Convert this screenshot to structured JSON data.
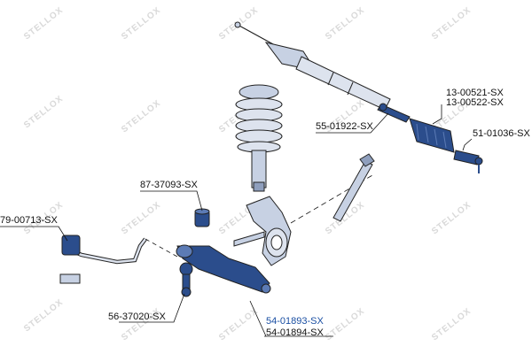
{
  "watermark": {
    "text": "STELLOX"
  },
  "colors": {
    "part_fill": "#c7d1e3",
    "part_fill_dark": "#8f9fbd",
    "part_highlight": "#2b4d8c",
    "label_highlight": "#1a4fa3",
    "label": "#111111",
    "watermark": "#d9d9d9"
  },
  "labels": {
    "tie_rod_end_a": "13-00521-SX",
    "tie_rod_end_b": "13-00522-SX",
    "inner_tie_rod": "55-01922-SX",
    "outer_tie_rod_end": "51-01036-SX",
    "control_arm_bushing": "87-37093-SX",
    "stabilizer_bushing": "79-00713-SX",
    "stabilizer_link": "56-37020-SX",
    "control_arm_a": "54-01893-SX",
    "control_arm_b": "54-01894-SX"
  },
  "icons": {
    "steering_rack": "steering-rack-icon",
    "strut": "strut-coil-spring-icon",
    "knuckle": "steering-knuckle-icon",
    "control_arm": "control-arm-icon",
    "stabilizer_bar": "stabilizer-bar-icon",
    "driveshaft": "driveshaft-icon"
  }
}
